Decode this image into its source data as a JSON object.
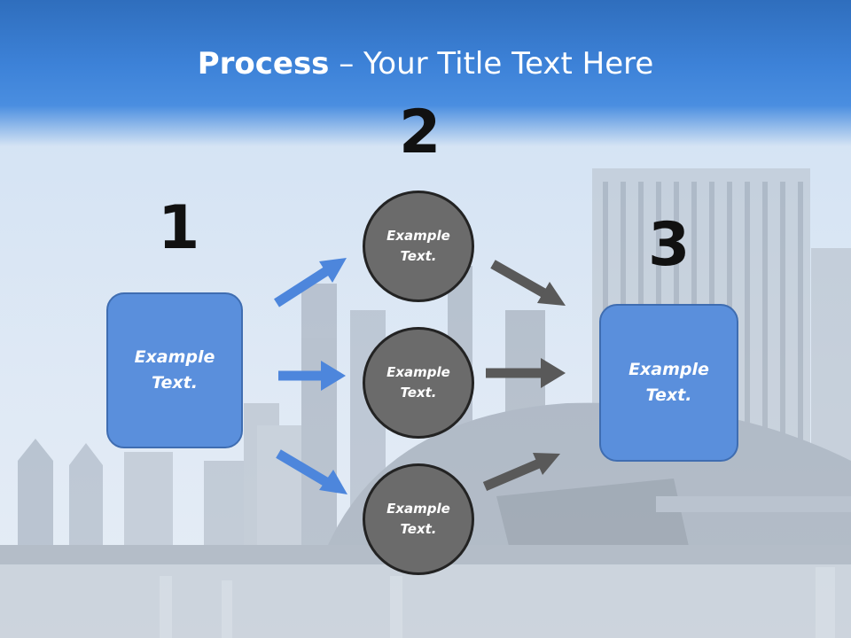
{
  "slide": {
    "title_bold": "Process",
    "title_rest": " – Your Title Text Here"
  },
  "steps": {
    "one": "1",
    "two": "2",
    "three": "3"
  },
  "nodes": {
    "left_box": "Example\nText.",
    "circle_top": "Example\nText.",
    "circle_middle": "Example\nText.",
    "circle_bottom": "Example\nText.",
    "right_box": "Example\nText."
  },
  "colors": {
    "title_band": "#3d82d8",
    "box_fill": "#5a8fdc",
    "circle_fill": "#6b6b6b",
    "blue_arrow": "#4d86dc",
    "gray_arrow": "#595959"
  }
}
